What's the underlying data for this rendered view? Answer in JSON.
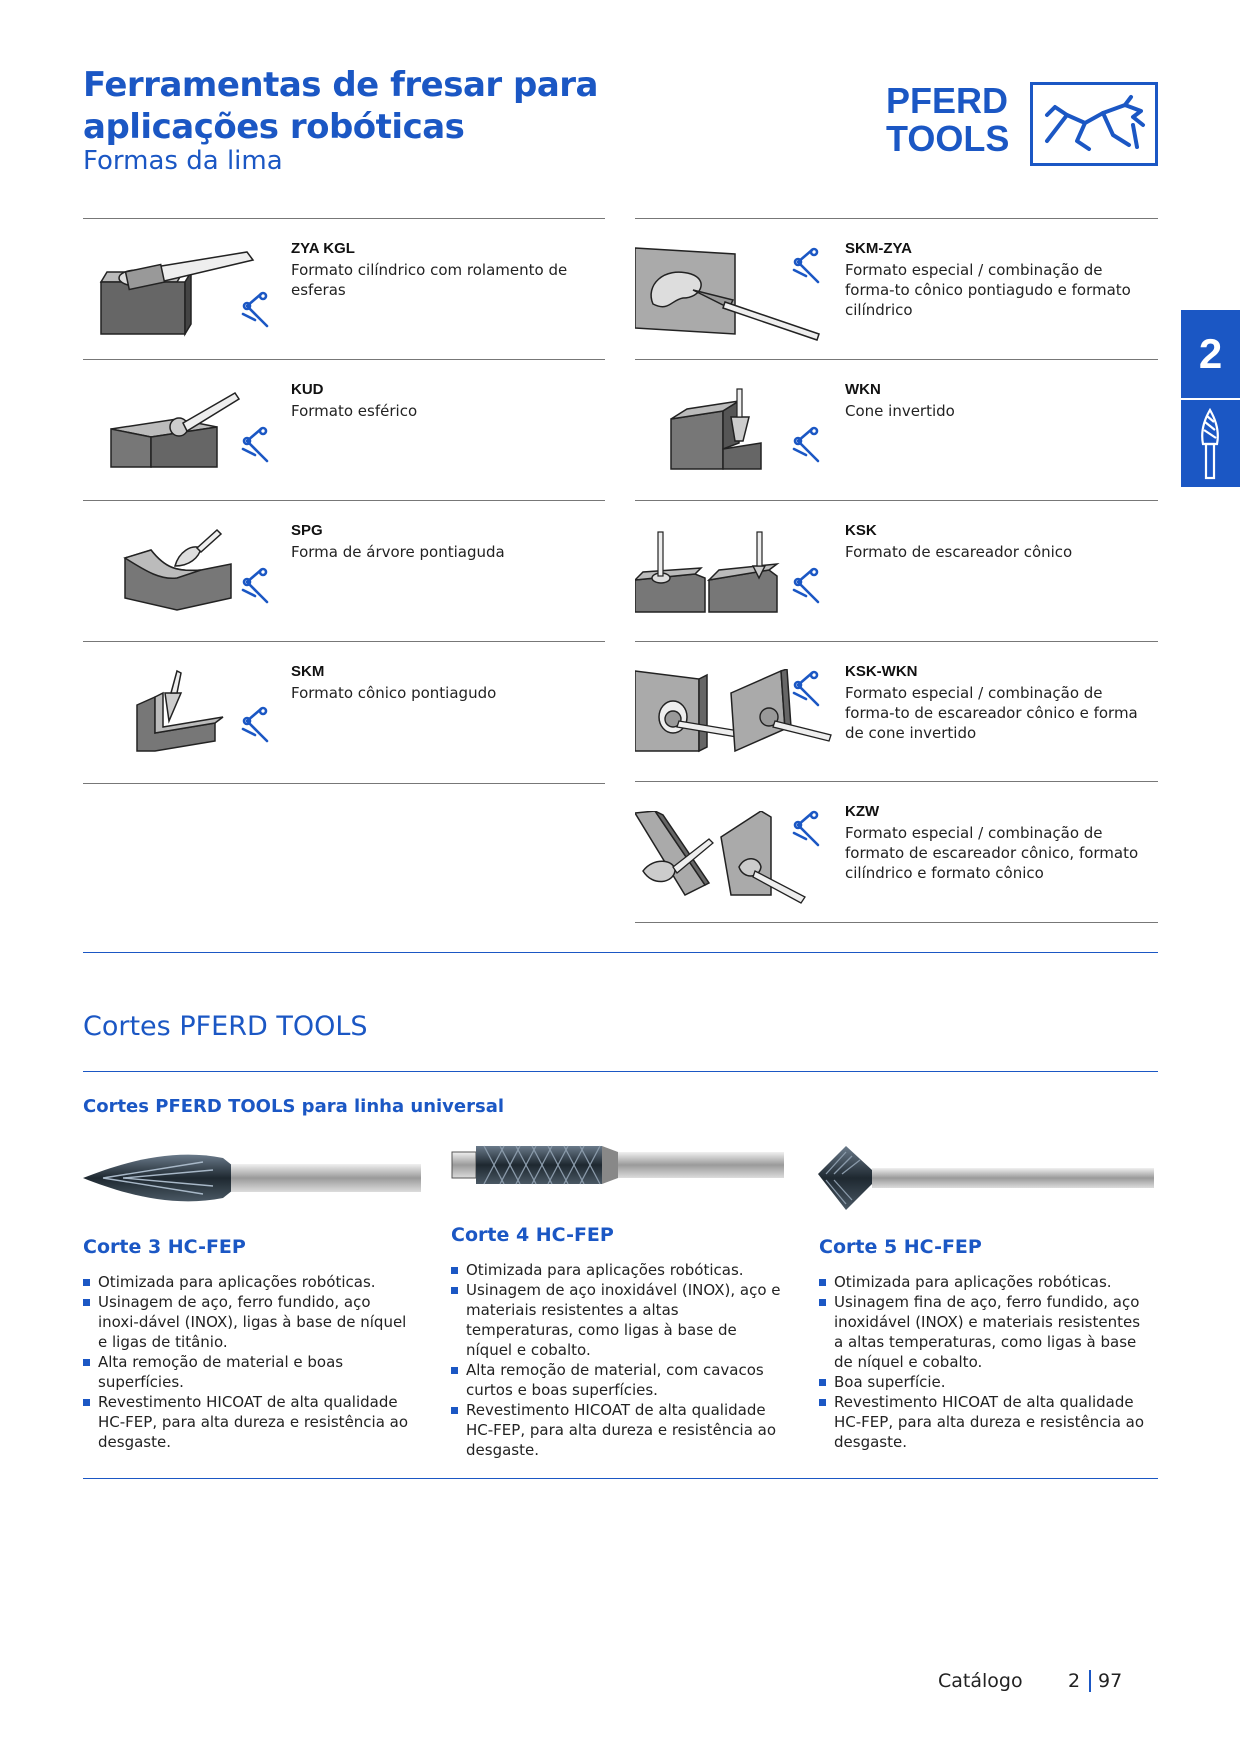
{
  "header": {
    "title": "Ferramentas de fresar para aplicações robóticas",
    "subtitle": "Formas da lima"
  },
  "logo": {
    "line1": "PFERD",
    "line2": "TOOLS",
    "icon": "horse-icon",
    "color": "#1b57c4"
  },
  "side_tab": {
    "chapter": "2",
    "icon": "burr-icon"
  },
  "shapes_left": [
    {
      "code": "ZYA KGL",
      "desc": "Formato cilíndrico com rolamento de esferas"
    },
    {
      "code": "KUD",
      "desc": "Formato esférico"
    },
    {
      "code": "SPG",
      "desc": "Forma de árvore pontiaguda"
    },
    {
      "code": "SKM",
      "desc": "Formato cônico pontiagudo"
    }
  ],
  "shapes_right": [
    {
      "code": "SKM-ZYA",
      "desc": "Formato especial / combinação de forma-to cônico pontiagudo e formato cilíndrico"
    },
    {
      "code": "WKN",
      "desc": "Cone invertido"
    },
    {
      "code": "KSK",
      "desc": "Formato de escareador cônico"
    },
    {
      "code": "KSK-WKN",
      "desc": "Formato especial / combinação de forma-to de escareador cônico e forma de cone invertido"
    },
    {
      "code": "KZW",
      "desc": "Formato especial / combinação de formato de escareador cônico, formato cilíndrico e formato cônico"
    }
  ],
  "cuts": {
    "section_title": "Cortes PFERD TOOLS",
    "subsection_title": "Cortes PFERD TOOLS para linha universal",
    "items": [
      {
        "title": "Corte 3 HC-FEP",
        "bullets": [
          "Otimizada para aplicações robóticas.",
          "Usinagem de aço, ferro fundido, aço inoxi-dável (INOX), ligas à base de níquel e ligas de titânio.",
          "Alta remoção de material e boas superfícies.",
          "Revestimento HICOAT de alta qualidade HC-FEP, para alta dureza e resistência ao desgaste."
        ]
      },
      {
        "title": "Corte 4 HC-FEP",
        "bullets": [
          "Otimizada para aplicações robóticas.",
          "Usinagem de aço inoxidável (INOX), aço e materiais resistentes a altas temperaturas, como ligas à base de níquel e cobalto.",
          "Alta remoção de material, com cavacos curtos e boas superfícies.",
          "Revestimento HICOAT de alta qualidade HC-FEP, para alta dureza e resistência ao desgaste."
        ]
      },
      {
        "title": "Corte 5 HC-FEP",
        "bullets": [
          "Otimizada para aplicações robóticas.",
          "Usinagem fina de aço, ferro fundido, aço inoxidável (INOX) e materiais resistentes a altas temperaturas, como ligas à base de níquel e cobalto.",
          "Boa superfície.",
          "Revestimento HICOAT de alta qualidade HC-FEP, para alta dureza e resistência ao desgaste."
        ]
      }
    ]
  },
  "footer": {
    "label": "Catálogo",
    "chapter": "2",
    "page": "97"
  }
}
